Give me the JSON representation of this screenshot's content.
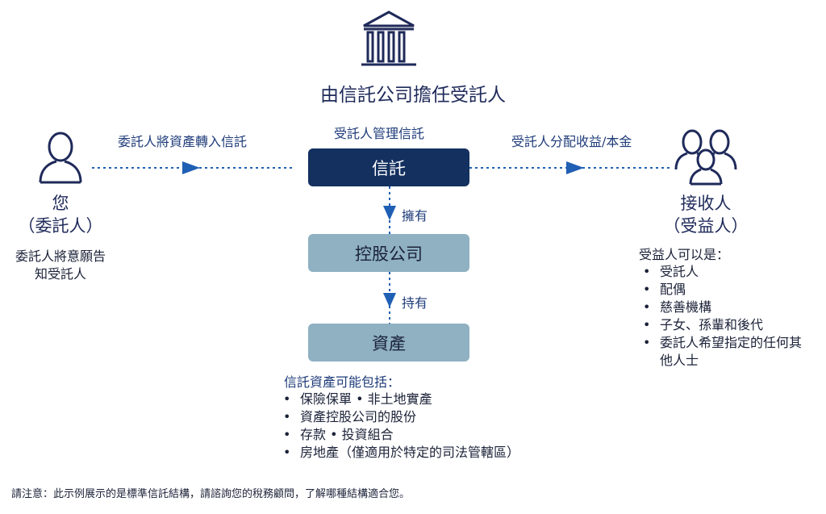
{
  "title": "由信託公司擔任受託人",
  "settlor": {
    "arrow_label": "委託人將資產轉入信託",
    "name": "您",
    "role": "（委託人）",
    "note_line1": "委託人將意願告",
    "note_line2": "知受託人"
  },
  "trust": {
    "manage_label": "受託人管理信託",
    "box_label": "信託",
    "owns_label": "擁有"
  },
  "holding": {
    "box_label": "控股公司",
    "holds_label": "持有"
  },
  "asset": {
    "box_label": "資產",
    "list_heading": "信託資產可能包括：",
    "items": [
      "保險保單 • 非土地實產",
      "資產控股公司的股份",
      "存款 • 投資組合",
      "房地產（僅適用於特定的司法管轄區）"
    ]
  },
  "beneficiary": {
    "arrow_label": "受託人分配收益/本金",
    "name": "接收人",
    "role": "（受益人）",
    "list_heading": "受益人可以是：",
    "items": [
      "受託人",
      "配偶",
      "慈善機構",
      "子女、孫輩和後代",
      "委託人希望指定的任何其他人士"
    ]
  },
  "disclaimer": "請注意：此示例展示的是標準信託結構，請諮詢您的稅務顧問，了解哪種結構適合您。",
  "colors": {
    "navy": "#13305f",
    "light_box": "#8fb1c2",
    "arrow": "#1f5fb4"
  }
}
